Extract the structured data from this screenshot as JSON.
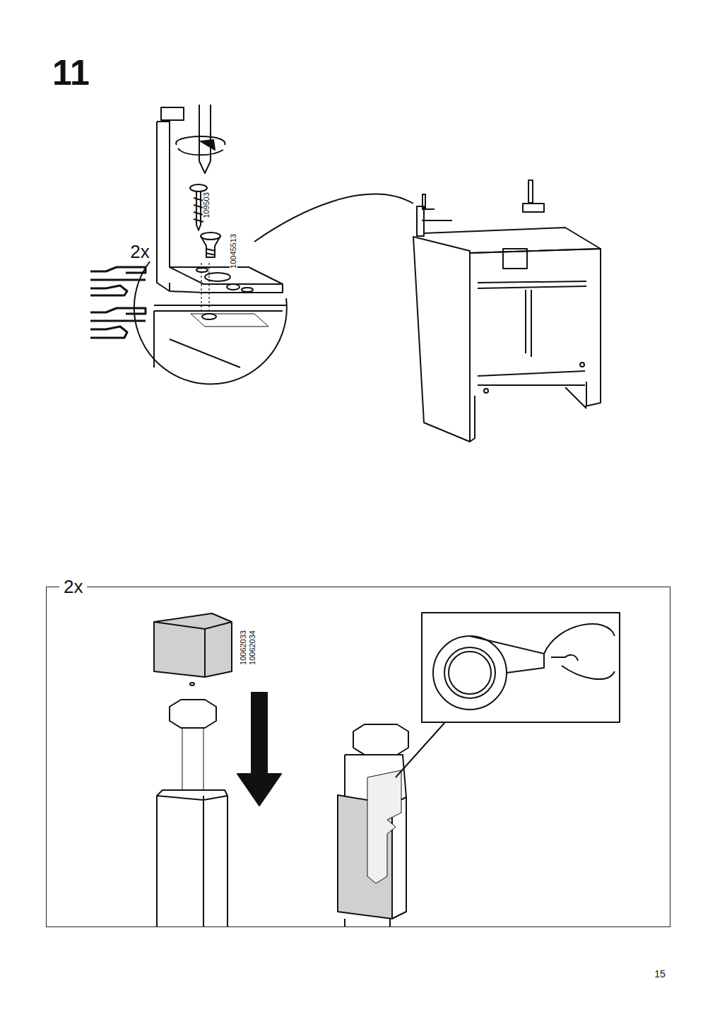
{
  "diagram": {
    "title": "11",
    "nodes": [
      {
        "text": [
          "2x"
        ]
      }
    ],
    "edges": [],
    "labels": [
      "2x",
      "109503",
      "10045513",
      "10062033",
      "10062034",
      "15"
    ]
  }
}
